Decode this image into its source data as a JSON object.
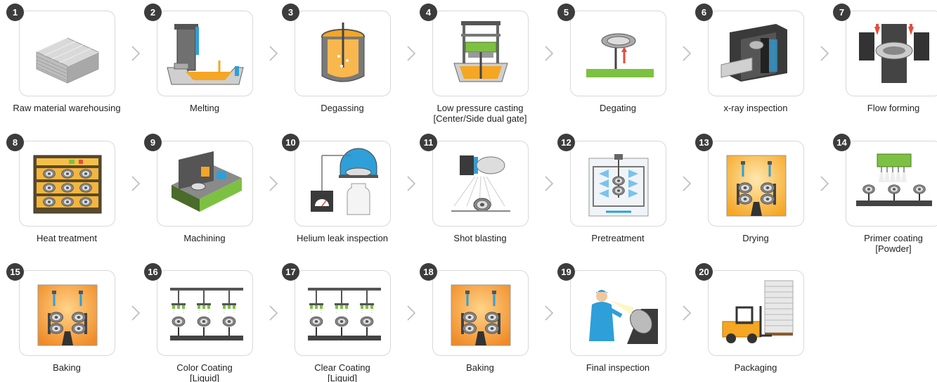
{
  "steps": [
    {
      "num": "1",
      "line1": "Raw material warehousing",
      "line2": ""
    },
    {
      "num": "2",
      "line1": "Melting",
      "line2": ""
    },
    {
      "num": "3",
      "line1": "Degassing",
      "line2": ""
    },
    {
      "num": "4",
      "line1": "Low pressure casting",
      "line2": "[Center/Side dual gate]"
    },
    {
      "num": "5",
      "line1": "Degating",
      "line2": ""
    },
    {
      "num": "6",
      "line1": "x-ray inspection",
      "line2": ""
    },
    {
      "num": "7",
      "line1": "Flow forming",
      "line2": ""
    },
    {
      "num": "8",
      "line1": "Heat treatment",
      "line2": ""
    },
    {
      "num": "9",
      "line1": "Machining",
      "line2": ""
    },
    {
      "num": "10",
      "line1": "Helium leak inspection",
      "line2": ""
    },
    {
      "num": "11",
      "line1": "Shot blasting",
      "line2": ""
    },
    {
      "num": "12",
      "line1": "Pretreatment",
      "line2": ""
    },
    {
      "num": "13",
      "line1": "Drying",
      "line2": ""
    },
    {
      "num": "14",
      "line1": "Primer coating",
      "line2": "[Powder]"
    },
    {
      "num": "15",
      "line1": "Baking",
      "line2": ""
    },
    {
      "num": "16",
      "line1": "Color Coating",
      "line2": "[Liquid]"
    },
    {
      "num": "17",
      "line1": "Clear Coating",
      "line2": "[Liquid]"
    },
    {
      "num": "18",
      "line1": "Baking",
      "line2": ""
    },
    {
      "num": "19",
      "line1": "Final inspection",
      "line2": ""
    },
    {
      "num": "20",
      "line1": "Packaging",
      "line2": ""
    }
  ],
  "icons": [
    "ingot-stack-icon",
    "melting-furnace-icon",
    "degassing-ladle-icon",
    "casting-machine-icon",
    "degating-press-icon",
    "xray-machine-icon",
    "flow-forming-icon",
    "heat-treatment-oven-icon",
    "cnc-machine-icon",
    "helium-chamber-icon",
    "shot-blaster-icon",
    "pretreatment-tank-icon",
    "drying-oven-icon",
    "primer-spray-icon",
    "baking-oven-icon",
    "color-spray-icon",
    "clear-spray-icon",
    "baking-oven-icon",
    "inspector-icon",
    "forklift-icon"
  ],
  "colors": {
    "badge": "#3c3c3c",
    "accent_orange": "#f5a623",
    "accent_blue": "#2e9fd8",
    "accent_green": "#7dc142"
  }
}
